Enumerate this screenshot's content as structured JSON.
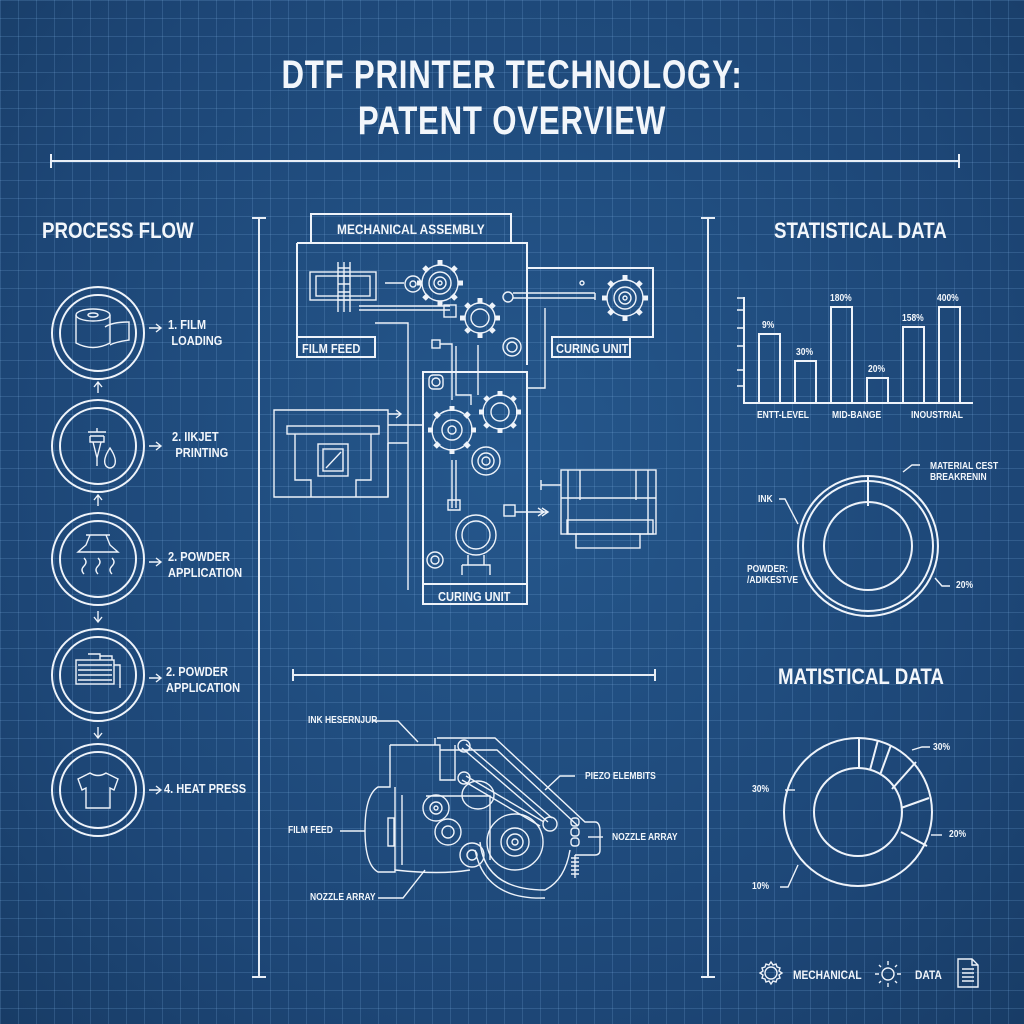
{
  "header": {
    "title_line1": "DTF PRINTER TECHNOLOGY:",
    "title_line2": "PATENT OVERVIEW"
  },
  "process_flow": {
    "heading": "PROCESS FLOW",
    "steps": [
      {
        "line1": "1. FILM",
        "line2": "LOADING",
        "icon": "film-roll-icon"
      },
      {
        "line1": "2. IIKJET",
        "line2": "PRINTING",
        "icon": "inkjet-nozzle-icon"
      },
      {
        "line1": "2. POWDER",
        "line2": "APPLICATION",
        "icon": "powder-shaker-icon"
      },
      {
        "line1": "2. POWDER",
        "line2": "APPLICATION",
        "icon": "curing-oven-icon"
      },
      {
        "line1": "4. HEAT PRESS",
        "line2": "",
        "icon": "t-shirt-icon"
      }
    ]
  },
  "mechanical": {
    "heading": "MECHANICAL ASSEMBLY",
    "film_feed_label": "FILM FEED",
    "curing_unit_top_label": "CURING UNIT",
    "curing_unit_bottom_label": "CURING UNIT"
  },
  "printhead": {
    "labels": {
      "ink_reservoir": "INK HESERNJUR",
      "piezo_elements": "PIEZO ELEMBITS",
      "film_feed": "FILM FEED",
      "nozzle_array_right": "NOZZLE ARRAY",
      "nozzle_array_bottom": "NOZZLE ARRAY"
    }
  },
  "statistics": {
    "heading": "STATISTICAL DATA",
    "donut1": {
      "title_line1": "MATERIAL CEST",
      "title_line2": "BREAKRENIN",
      "label_ink": "INK",
      "label_powder_line1": "POWDER:",
      "label_powder_line2": "/ADIKESTVE",
      "label_pct": "20%"
    },
    "heading2": "MATISTICAL DATA",
    "donut2": {
      "labels": [
        "30%",
        "30%",
        "20%",
        "10%"
      ]
    }
  },
  "legend": {
    "items": [
      {
        "label": "MECHANICAL",
        "icon": "gear-icon"
      },
      {
        "label": "DATA",
        "icon": "sun-icon"
      },
      {
        "label": "",
        "icon": "document-icon"
      }
    ]
  },
  "chart_data": [
    {
      "type": "bar",
      "title": "STATISTICAL DATA",
      "categories": [
        "ENTT-LEVEL",
        "MID-BANGE",
        "INOUSTRIAL"
      ],
      "bar_labels": [
        "9%",
        "30%",
        "180%",
        "20%",
        "158%",
        "400%"
      ],
      "values": [
        55,
        30,
        85,
        15,
        70,
        85
      ],
      "groups": [
        {
          "category": "ENTT-LEVEL",
          "bars": [
            "9%",
            "30%"
          ]
        },
        {
          "category": "MID-BANGE",
          "bars": [
            "180%",
            "20%"
          ]
        },
        {
          "category": "INOUSTRIAL",
          "bars": [
            "158%",
            "400%"
          ]
        }
      ],
      "xlabel": "",
      "ylabel": "",
      "grid": false
    },
    {
      "type": "pie",
      "title": "MATERIAL CEST BREAKRENIN",
      "labels": [
        "INK",
        "POWDER: /ADIKESTVE",
        "20%"
      ],
      "style": "donut"
    },
    {
      "type": "pie",
      "title": "MATISTICAL DATA",
      "labels": [
        "30%",
        "30%",
        "20%",
        "10%"
      ],
      "values": [
        30,
        30,
        20,
        10
      ],
      "style": "donut"
    }
  ]
}
